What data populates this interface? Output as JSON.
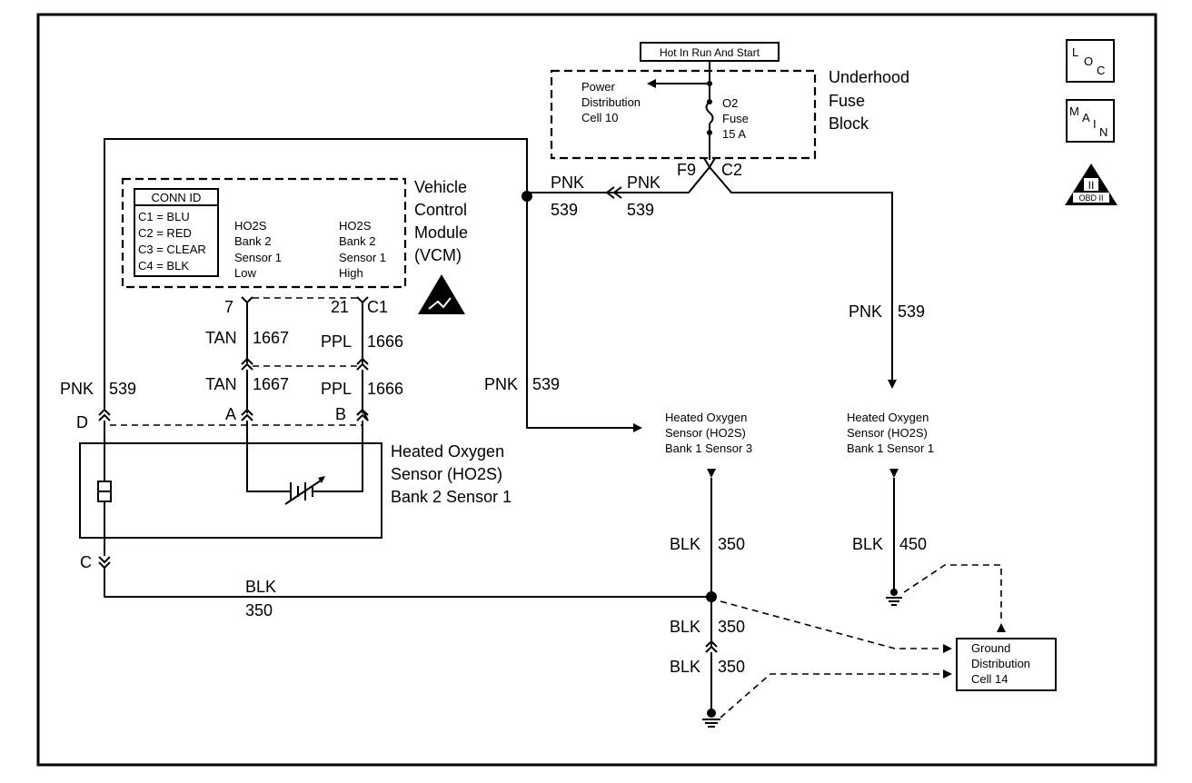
{
  "top_label": "Hot In Run And Start",
  "fuse_block": {
    "l1": "Underhood",
    "l2": "Fuse",
    "l3": "Block"
  },
  "pdc": {
    "l1": "Power",
    "l2": "Distribution",
    "l3": "Cell 10"
  },
  "fuse": {
    "l1": "O2",
    "l2": "Fuse",
    "l3": "15 A"
  },
  "conn_f9": "F9",
  "conn_c2": "C2",
  "icons": {
    "loc": [
      "L",
      "O",
      "C"
    ],
    "main": [
      "M",
      "A",
      "I",
      "N"
    ],
    "obd": [
      "II",
      "OBD II"
    ]
  },
  "vcm": {
    "l1": "Vehicle",
    "l2": "Control",
    "l3": "Module",
    "l4": "(VCM)"
  },
  "conn_id": {
    "title": "CONN ID",
    "rows": [
      "C1 = BLU",
      "C2 = RED",
      "C3 = CLEAR",
      "C4 = BLK"
    ]
  },
  "vcm_low": {
    "l1": "HO2S",
    "l2": "Bank 2",
    "l3": "Sensor 1",
    "l4": "Low"
  },
  "vcm_high": {
    "l1": "HO2S",
    "l2": "Bank 2",
    "l3": "Sensor 1",
    "l4": "High"
  },
  "pins": {
    "p7": "7",
    "p21": "21",
    "c1": "C1",
    "a": "A",
    "b": "B",
    "c": "C",
    "d": "D"
  },
  "wires": {
    "pnk": "PNK",
    "n539": "539",
    "tan": "TAN",
    "n1667": "1667",
    "ppl": "PPL",
    "n1666": "1666",
    "blk": "BLK",
    "n350": "350",
    "n450": "450"
  },
  "ho2s_b2s1": {
    "l1": "Heated Oxygen",
    "l2": "Sensor (HO2S)",
    "l3": "Bank 2 Sensor 1"
  },
  "ho2s_b1s3": {
    "l1": "Heated Oxygen",
    "l2": "Sensor (HO2S)",
    "l3": "Bank 1 Sensor 3"
  },
  "ho2s_b1s1": {
    "l1": "Heated Oxygen",
    "l2": "Sensor (HO2S)",
    "l3": "Bank 1 Sensor 1"
  },
  "ground_dist": {
    "l1": "Ground",
    "l2": "Distribution",
    "l3": "Cell 14"
  }
}
